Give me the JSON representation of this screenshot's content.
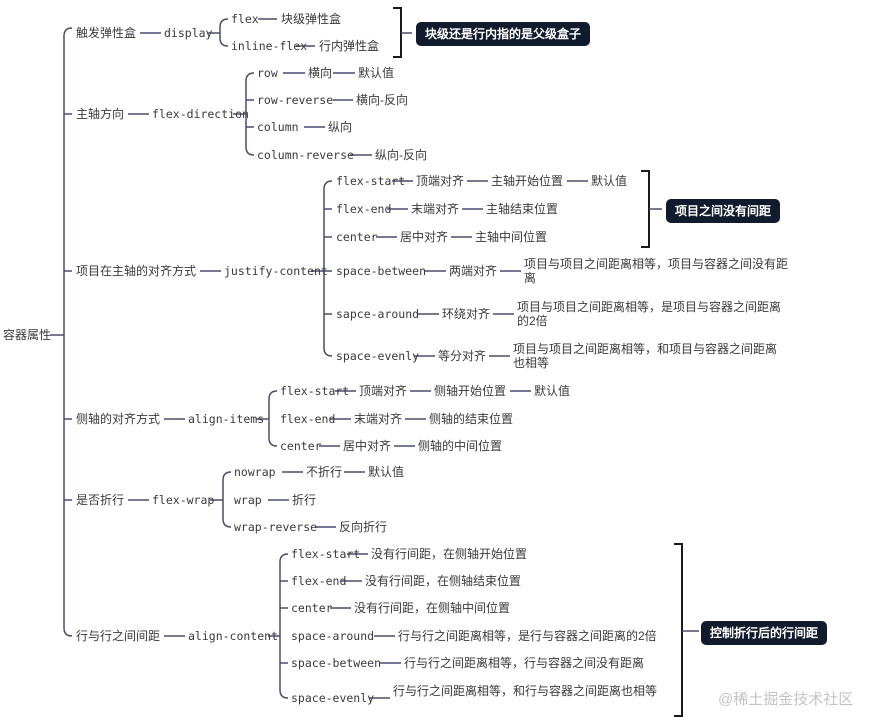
{
  "root": "容器属性",
  "watermark": "@稀土掘金技术社区",
  "branches": {
    "display": {
      "label": "触发弹性盒",
      "prop": "display",
      "values": [
        {
          "v": "flex",
          "desc": "块级弹性盒"
        },
        {
          "v": "inline-flex",
          "desc": "行内弹性盒"
        }
      ],
      "note": "块级还是行内指的是父级盒子"
    },
    "direction": {
      "label": "主轴方向",
      "prop": "flex-direction",
      "values": [
        {
          "v": "row",
          "desc": "横向",
          "extra": "默认值"
        },
        {
          "v": "row-reverse",
          "desc": "横向-反向"
        },
        {
          "v": "column",
          "desc": "纵向"
        },
        {
          "v": "column-reverse",
          "desc": "纵向-反向"
        }
      ]
    },
    "justify": {
      "label": "项目在主轴的对齐方式",
      "prop": "justify-content",
      "values": [
        {
          "v": "flex-start",
          "desc": "顶端对齐",
          "extra": "主轴开始位置",
          "extra2": "默认值"
        },
        {
          "v": "flex-end",
          "desc": "末端对齐",
          "extra": "主轴结束位置"
        },
        {
          "v": "center",
          "desc": "居中对齐",
          "extra": "主轴中间位置"
        },
        {
          "v": "space-between",
          "desc": "两端对齐",
          "extra": "项目与项目之间距离相等，项目与容器之间没有距离"
        },
        {
          "v": "sapce-around",
          "desc": "环绕对齐",
          "extra": "项目与项目之间距离相等，是项目与容器之间距离的2倍"
        },
        {
          "v": "space-evenly",
          "desc": "等分对齐",
          "extra": "项目与项目之间距离相等，和项目与容器之间距离也相等"
        }
      ],
      "note": "项目之间没有间距"
    },
    "align": {
      "label": "侧轴的对齐方式",
      "prop": "align-items",
      "values": [
        {
          "v": "flex-start",
          "desc": "顶端对齐",
          "extra": "侧轴开始位置",
          "extra2": "默认值"
        },
        {
          "v": "flex-end",
          "desc": "末端对齐",
          "extra": "侧轴的结束位置"
        },
        {
          "v": "center",
          "desc": "居中对齐",
          "extra": "侧轴的中间位置"
        }
      ]
    },
    "wrap": {
      "label": "是否折行",
      "prop": "flex-wrap",
      "values": [
        {
          "v": "nowrap",
          "desc": "不折行",
          "extra": "默认值"
        },
        {
          "v": "wrap",
          "desc": "折行"
        },
        {
          "v": "wrap-reverse",
          "desc": "反向折行"
        }
      ]
    },
    "content": {
      "label": "行与行之间间距",
      "prop": "align-content",
      "values": [
        {
          "v": "flex-start",
          "desc": "没有行间距，在侧轴开始位置"
        },
        {
          "v": "flex-end",
          "desc": "没有行间距，在侧轴结束位置"
        },
        {
          "v": "center",
          "desc": "没有行间距，在侧轴中间位置"
        },
        {
          "v": "space-around",
          "desc": "行与行之间距离相等，是行与容器之间距离的2倍"
        },
        {
          "v": "space-between",
          "desc": "行与行之间距离相等，行与容器之间没有距离"
        },
        {
          "v": "space-evenly",
          "desc": "行与行之间距离相等，和行与容器之间距离也相等"
        }
      ],
      "note": "控制折行后的行间距"
    }
  }
}
